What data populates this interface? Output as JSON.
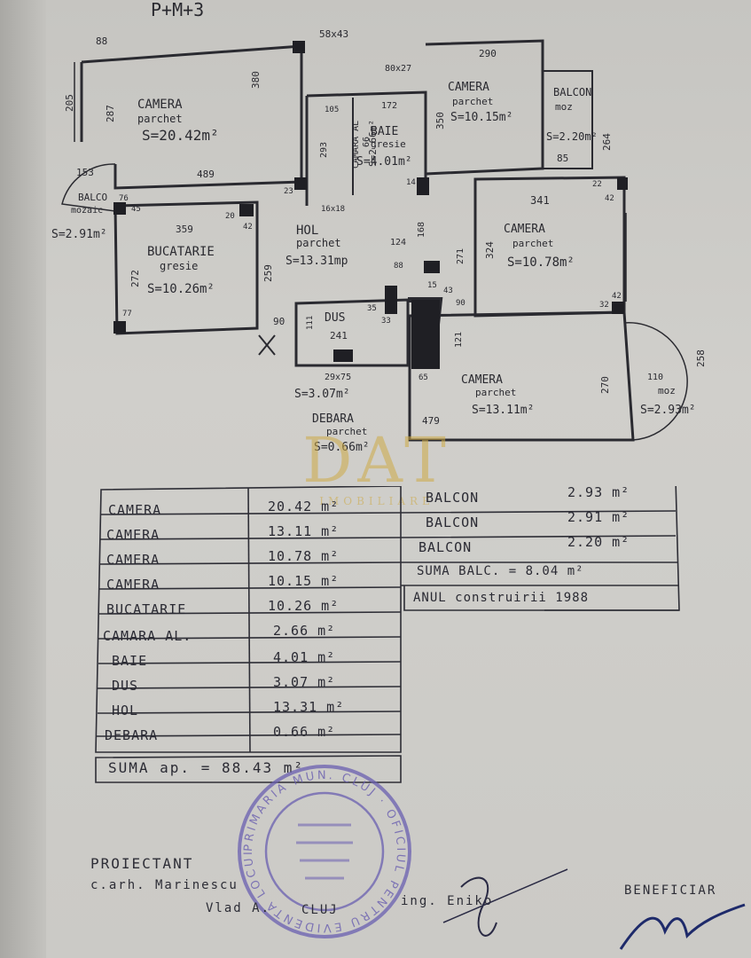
{
  "header": {
    "title": "P+M+3"
  },
  "plan": {
    "rooms": [
      {
        "name": "CAMERA",
        "floor": "parchet",
        "area": "S=20.42m²"
      },
      {
        "name": "BAIE",
        "floor": "gresie",
        "area": "S=4.01m²"
      },
      {
        "name": "CAMERA",
        "floor": "parchet",
        "area": "S=10.15m²"
      },
      {
        "name": "BALCON",
        "floor": "moz",
        "area": "S=2.20m²"
      },
      {
        "name": "BALCO",
        "floor": "mozaic",
        "area": "S=2.91m²"
      },
      {
        "name": "BUCATARIE",
        "floor": "gresie",
        "area": "S=10.26m²"
      },
      {
        "name": "HOL",
        "floor": "parchet",
        "area": "S=13.31mp"
      },
      {
        "name": "CAMERA",
        "floor": "parchet",
        "area": "S=10.78m²"
      },
      {
        "name": "DUS",
        "floor": "",
        "area": "S=3.07m²"
      },
      {
        "name": "CAMERA",
        "floor": "parchet",
        "area": "S=13.11m²"
      },
      {
        "name": "DEBARA",
        "floor": "parchet",
        "area": "S=0.66m²"
      },
      {
        "name": "",
        "floor": "moz",
        "area": "S=2.93m²"
      },
      {
        "name": "CAMARA AL",
        "floor": "",
        "area": "S=2.66m²"
      }
    ],
    "dimensions": [
      "88",
      "205",
      "287",
      "380",
      "489",
      "58x43",
      "153",
      "76",
      "45",
      "20",
      "359",
      "42",
      "272",
      "77",
      "259",
      "90",
      "80x27",
      "105",
      "172",
      "293",
      "350",
      "66",
      "290",
      "264",
      "85",
      "22",
      "42",
      "341",
      "324",
      "271",
      "168",
      "124",
      "88",
      "15",
      "43",
      "35",
      "33",
      "241",
      "111",
      "121",
      "65",
      "90",
      "42",
      "479",
      "270",
      "110",
      "258",
      "16x18",
      "29x75",
      "32",
      "23",
      "14"
    ]
  },
  "watermark": {
    "logo": "DAT",
    "subtitle": "IMOBILIARE"
  },
  "room_table": {
    "rows": [
      {
        "label": "CAMERA",
        "value": "20.42 m²"
      },
      {
        "label": "CAMERA",
        "value": "13.11 m²"
      },
      {
        "label": "CAMERA",
        "value": "10.78 m²"
      },
      {
        "label": "CAMERA",
        "value": "10.15 m²"
      },
      {
        "label": "BUCATARIE",
        "value": "10.26 m²"
      },
      {
        "label": "CAMARA AL.",
        "value": "2.66 m²"
      },
      {
        "label": "BAIE",
        "value": "4.01 m²"
      },
      {
        "label": "DUS",
        "value": "3.07 m²"
      },
      {
        "label": "HOL",
        "value": "13.31 m²"
      },
      {
        "label": "DEBARA",
        "value": "0.66 m²"
      }
    ],
    "total": "SUMA ap. = 88.43 m²"
  },
  "balcony_table": {
    "rows": [
      {
        "label": "BALCON",
        "value": "2.93 m²"
      },
      {
        "label": "BALCON",
        "value": "2.91 m²"
      },
      {
        "label": "BALCON",
        "value": "2.20 m²"
      }
    ],
    "total": "SUMA BALC. = 8.04 m²",
    "year": "ANUL construirii 1988"
  },
  "stamp": {
    "text": "PRIMARIA MUN. CLUJ · OFICIUL PENTRU EVIDENTA LOCUINTELOR"
  },
  "footer": {
    "designer_label": "PROIECTANT",
    "designer_name": "c.arh. Marinescu",
    "verifier": "Vlad A.",
    "city": "CLUJ",
    "engineer": "ing. Eniko",
    "beneficiary_label": "BENEFICIAR"
  },
  "colors": {
    "ink": "#2a2a33",
    "stamp": "#6a5fb0",
    "watermark": "#cdaa46",
    "paper": "#cbcac6"
  }
}
